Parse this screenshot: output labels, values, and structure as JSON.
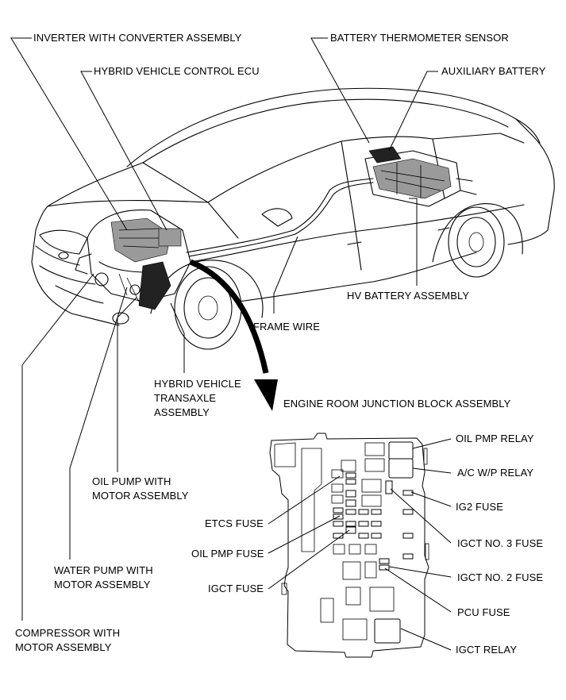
{
  "labels": {
    "inverter": "INVERTER WITH CONVERTER ASSEMBLY",
    "hv_ecu": "HYBRID VEHICLE CONTROL ECU",
    "battery_thermo": "BATTERY THERMOMETER SENSOR",
    "aux_battery": "AUXILIARY BATTERY",
    "hv_battery": "HV BATTERY ASSEMBLY",
    "frame_wire": "FRAME WIRE",
    "transaxle": [
      "HYBRID VEHICLE",
      "TRANSAXLE",
      "ASSEMBLY"
    ],
    "junction_block": "ENGINE ROOM JUNCTION BLOCK ASSEMBLY",
    "oil_pump_motor": [
      "OIL PUMP WITH",
      "MOTOR ASSEMBLY"
    ],
    "water_pump_motor": [
      "WATER PUMP WITH",
      "MOTOR ASSEMBLY"
    ],
    "compressor_motor": [
      "COMPRESSOR WITH",
      "MOTOR ASSEMBLY"
    ],
    "etcs_fuse": "ETCS FUSE",
    "oil_pmp_fuse": "OIL PMP FUSE",
    "igct_fuse": "IGCT FUSE",
    "oil_pmp_relay": "OIL PMP RELAY",
    "ac_wp_relay": "A/C W/P RELAY",
    "ig2_fuse": "IG2 FUSE",
    "igct_no3_fuse": "IGCT NO. 3 FUSE",
    "igct_no2_fuse": "IGCT NO. 2 FUSE",
    "pcu_fuse": "PCU FUSE",
    "igct_relay": "IGCT RELAY"
  }
}
